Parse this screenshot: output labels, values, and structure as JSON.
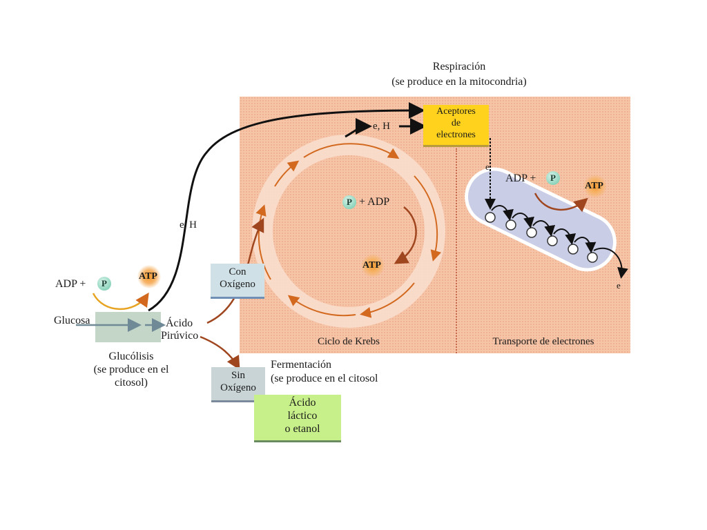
{
  "respiration": {
    "title": "Respiración",
    "subtitle": "(se produce en la mitocondria)"
  },
  "acceptors": {
    "line1": "Aceptores",
    "line2": "de",
    "line3": "electrones"
  },
  "labels": {
    "e_h_top": "e, H",
    "e_h_left": "e, H",
    "e_down": "e",
    "e_out": "e",
    "adp_plus": "ADP +",
    "plus_adp": "+ ADP",
    "p_symbol": "P",
    "atp": "ATP"
  },
  "glycolysis": {
    "glucosa": "Glucosa",
    "acido": "Ácido",
    "piruvico": "Pirúvico",
    "title": "Glucólisis",
    "sub1": "(se produce en el",
    "sub2": "citosol)"
  },
  "con_oxigeno": {
    "line1": "Con",
    "line2": "Oxígeno"
  },
  "sin_oxigeno": {
    "line1": "Sin",
    "line2": "Oxígeno"
  },
  "fermentation": {
    "title": "Fermentación",
    "subtitle": "(se produce en el citosol"
  },
  "product": {
    "line1": "Ácido",
    "line2": "láctico",
    "line3": "o etanol"
  },
  "krebs": {
    "label": "Ciclo de Krebs"
  },
  "transport": {
    "label": "Transporte de electrones"
  },
  "colors": {
    "panel": "#f6c4a6",
    "arrow_black": "#111111",
    "arrow_orange": "#d2691e",
    "arrow_brown": "#a0461e",
    "acceptor_box": "#ffd21e",
    "product_box": "#c8f08a",
    "membrane": "#c9cde6"
  }
}
